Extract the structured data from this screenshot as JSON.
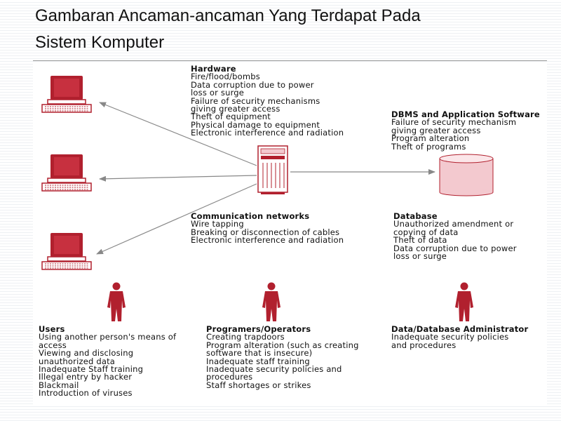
{
  "title_line1": "Gambaran Ancaman-ancaman Yang Terdapat Pada",
  "title_line2": "Sistem Komputer",
  "colors": {
    "accent": "#b1202e",
    "accent_light": "#f3c9cf",
    "text": "#111111",
    "line": "#888888"
  },
  "hardware": {
    "heading": "Hardware",
    "lines": [
      "Fire/flood/bombs",
      "Data corruption due to power",
      "loss or surge",
      "Failure of security mechanisms",
      "giving greater access",
      "Theft of equipment",
      "Physical damage to equipment",
      "Electronic interference and radiation"
    ]
  },
  "dbms": {
    "heading": "DBMS and Application Software",
    "lines": [
      "Failure of security mechanism",
      "giving greater access",
      "Program alteration",
      "Theft of programs"
    ]
  },
  "comm": {
    "heading": "Communication networks",
    "lines": [
      "Wire tapping",
      "Breaking or disconnection of cables",
      "Electronic interference and radiation"
    ]
  },
  "database": {
    "heading": "Database",
    "lines": [
      "Unauthorized amendment or",
      "copying of data",
      "Theft of data",
      "Data corruption due to power",
      "loss or surge"
    ]
  },
  "users": {
    "heading": "Users",
    "lines": [
      "Using another person's means of",
      "access",
      "Viewing and disclosing",
      "unauthorized data",
      "Inadequate Staff training",
      "Illegal entry by hacker",
      "Blackmail",
      "Introduction of viruses"
    ]
  },
  "programmers": {
    "heading": "Programers/Operators",
    "lines": [
      "Creating trapdoors",
      "Program alteration (such as creating",
      "software that is insecure)",
      "Inadequate staff training",
      "Inadequate security policies and",
      "procedures",
      "Staff shortages or strikes"
    ]
  },
  "dba": {
    "heading": "Data/Database Administrator",
    "lines": [
      "Inadequate security policies",
      "and procedures"
    ]
  }
}
